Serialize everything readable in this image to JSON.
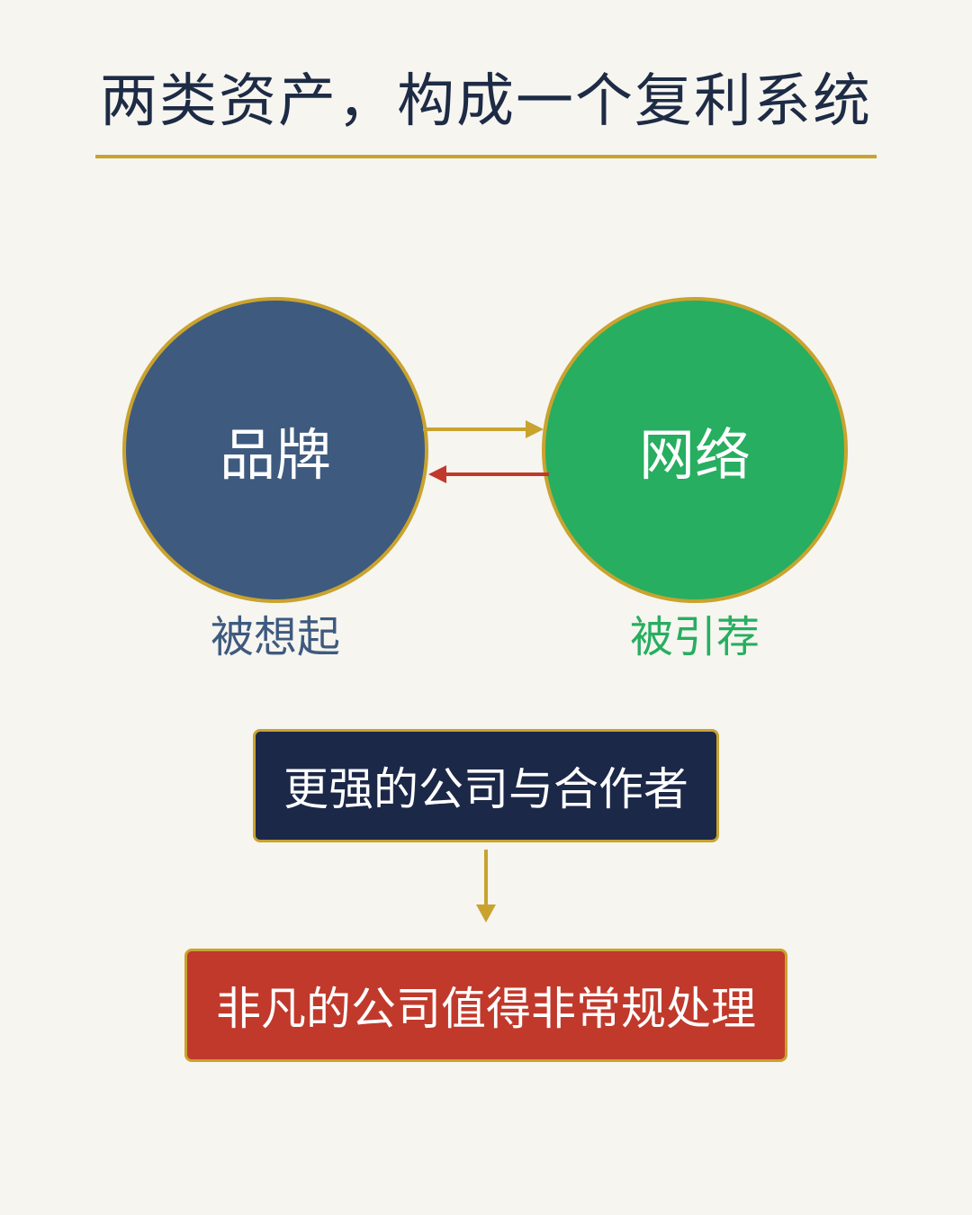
{
  "title": "两类资产，构成一个复利系统",
  "nodes": {
    "brand": {
      "label": "品牌",
      "caption": "被想起",
      "color": "#3E5A7F"
    },
    "network": {
      "label": "网络",
      "caption": "被引荐",
      "color": "#27AE60"
    }
  },
  "edges": [
    {
      "from": "brand",
      "to": "network",
      "color": "#C9A32E"
    },
    {
      "from": "network",
      "to": "brand",
      "color": "#C0392B"
    },
    {
      "from": "stronger",
      "to": "extraordinary",
      "color": "#C9A32E"
    }
  ],
  "outcomes": {
    "stronger": {
      "text": "更强的公司与合作者",
      "color": "#1C2848"
    },
    "extraordinary": {
      "text": "非凡的公司值得非常规处理",
      "color": "#C0392B"
    }
  },
  "colors": {
    "background": "#F6F5F0",
    "accent_gold": "#C9A32E",
    "title_text": "#1E2B45"
  }
}
